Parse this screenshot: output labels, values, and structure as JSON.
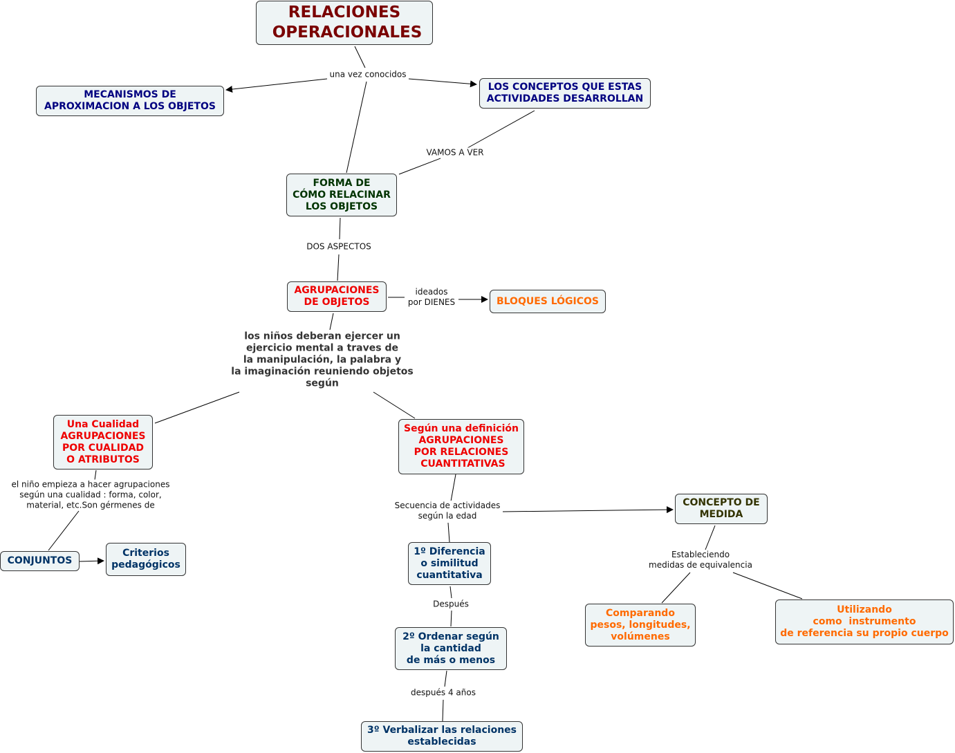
{
  "nodes": {
    "title": "RELACIONES\n OPERACIONALES",
    "mecanismos": "MECANISMOS DE\nAPROXIMACION A LOS OBJETOS",
    "conceptos": "LOS CONCEPTOS QUE ESTAS\nACTIVIDADES DESARROLLAN",
    "forma": "FORMA DE\nCÓMO RELACINAR\nLOS OBJETOS",
    "agrupaciones": "AGRUPACIONES\nDE OBJETOS",
    "bloques": "BLOQUES LÓGICOS",
    "ninos": "los niños deberan ejercer un\nejercicio mental a traves de\nla manipulación, la palabra y\nla imaginación reuniendo objetos\nsegún",
    "cualidad": "Una Cualidad\nAGRUPACIONES\nPOR CUALIDAD\nO ATRIBUTOS",
    "definicion": "Según una definición\nAGRUPACIONES\nPOR RELACIONES\n CUANTITATIVAS",
    "conjuntos": "CONJUNTOS",
    "criterios": "Criterios\npedagógicos",
    "medida": "CONCEPTO DE\nMEDIDA",
    "diferencia": "1º Diferencia\no similitud\ncuantitativa",
    "ordenar": "2º Ordenar según\nla cantidad\nde más o menos",
    "verbalizar": "3º Verbalizar las relaciones\nestablecidas",
    "comparando": "Comparando\npesos, longitudes,\nvolúmenes",
    "utilizando": "Utilizando\ncomo  instrumento\nde referencia su propio cuerpo"
  },
  "links": {
    "una_vez": "una vez conocidos",
    "vamos": "VAMOS A VER",
    "dos": "DOS ASPECTOS",
    "ideados": "ideados\npor DIENES",
    "el_nino": "el niño empieza a hacer agrupaciones\nsegún una cualidad : forma, color,\nmaterial, etc.Son gérmenes de",
    "secuencia": "Secuencia de actividades\nsegún la edad",
    "despues": "Después",
    "despues4": "después 4 años",
    "estableciendo": "Estableciendo\nmedidas de equivalencia"
  },
  "colors": {
    "title": "#7a0000",
    "navy": "#000080",
    "green": "#003300",
    "red": "#ee0000",
    "orange": "#ff6a00",
    "steel": "#003366",
    "olive": "#333300",
    "node_fill": "#eef4f5"
  }
}
